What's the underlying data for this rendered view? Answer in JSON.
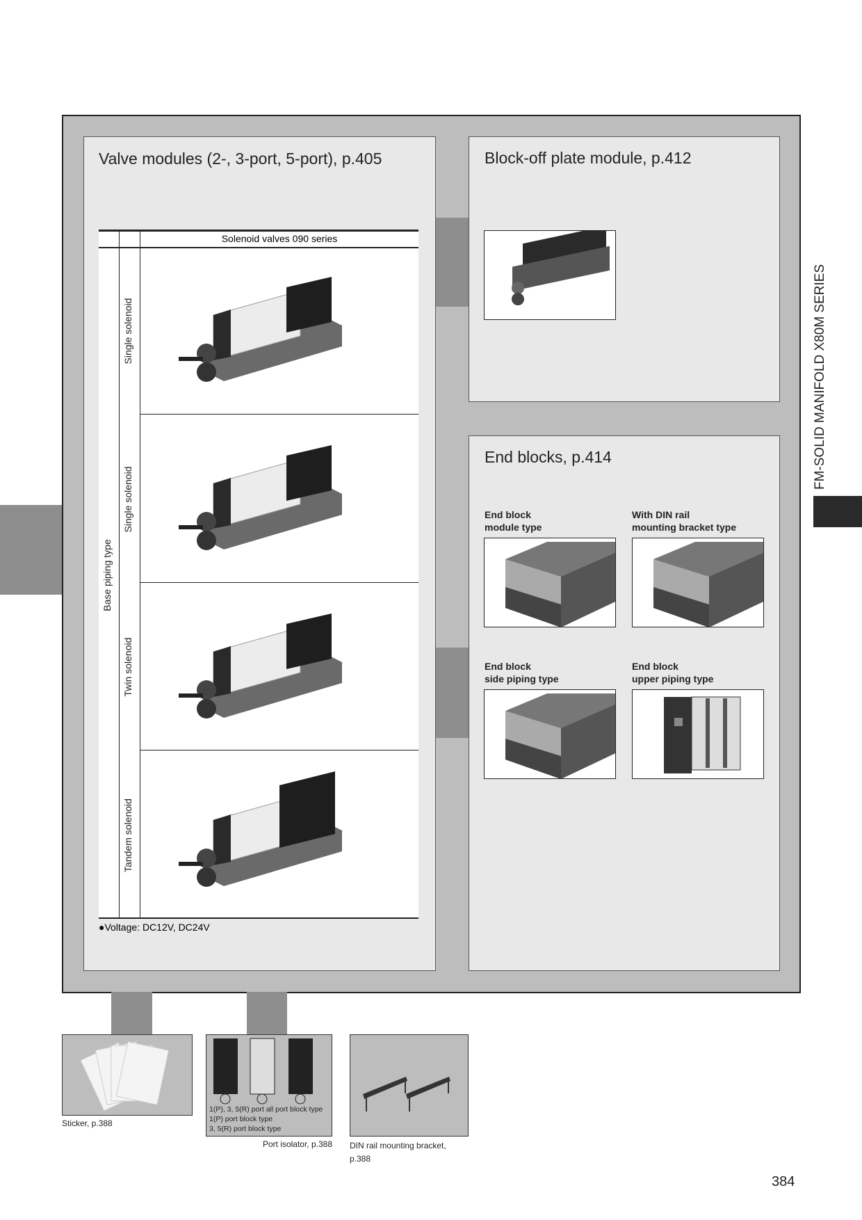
{
  "side_tab": {
    "text": "FM-SOLID MANIFOLD X80M SERIES"
  },
  "valve_panel": {
    "title": "Valve modules (2-, 3-port, 5-port), p.405",
    "table": {
      "column_header": "Solenoid valves 090 series",
      "group_label": "Base piping type",
      "rows": [
        {
          "label": "Single solenoid"
        },
        {
          "label": "Single solenoid"
        },
        {
          "label": "Twin solenoid"
        },
        {
          "label": "Tandem solenoid"
        }
      ]
    },
    "note": "●Voltage: DC12V, DC24V"
  },
  "blockoff_panel": {
    "title": "Block-off plate module, p.412"
  },
  "endblocks_panel": {
    "title": "End blocks, p.414",
    "items": [
      {
        "line1": "End block",
        "line2": "module type"
      },
      {
        "line1": "With DIN rail",
        "line2": "mounting bracket type"
      },
      {
        "line1": "End block",
        "line2": "side piping type"
      },
      {
        "line1": "End block",
        "line2": "upper piping type"
      }
    ]
  },
  "accessories": {
    "sticker": {
      "caption": "Sticker, p.388"
    },
    "port_isolator": {
      "caption": "Port isolator, p.388",
      "types": [
        "1(P), 3, 5(R) port all port block type",
        "1(P) port block type",
        "3, 5(R) port block type"
      ]
    },
    "din_bracket": {
      "caption_line1": "DIN rail mounting bracket,",
      "caption_line2": "p.388"
    }
  },
  "page_number": "384"
}
